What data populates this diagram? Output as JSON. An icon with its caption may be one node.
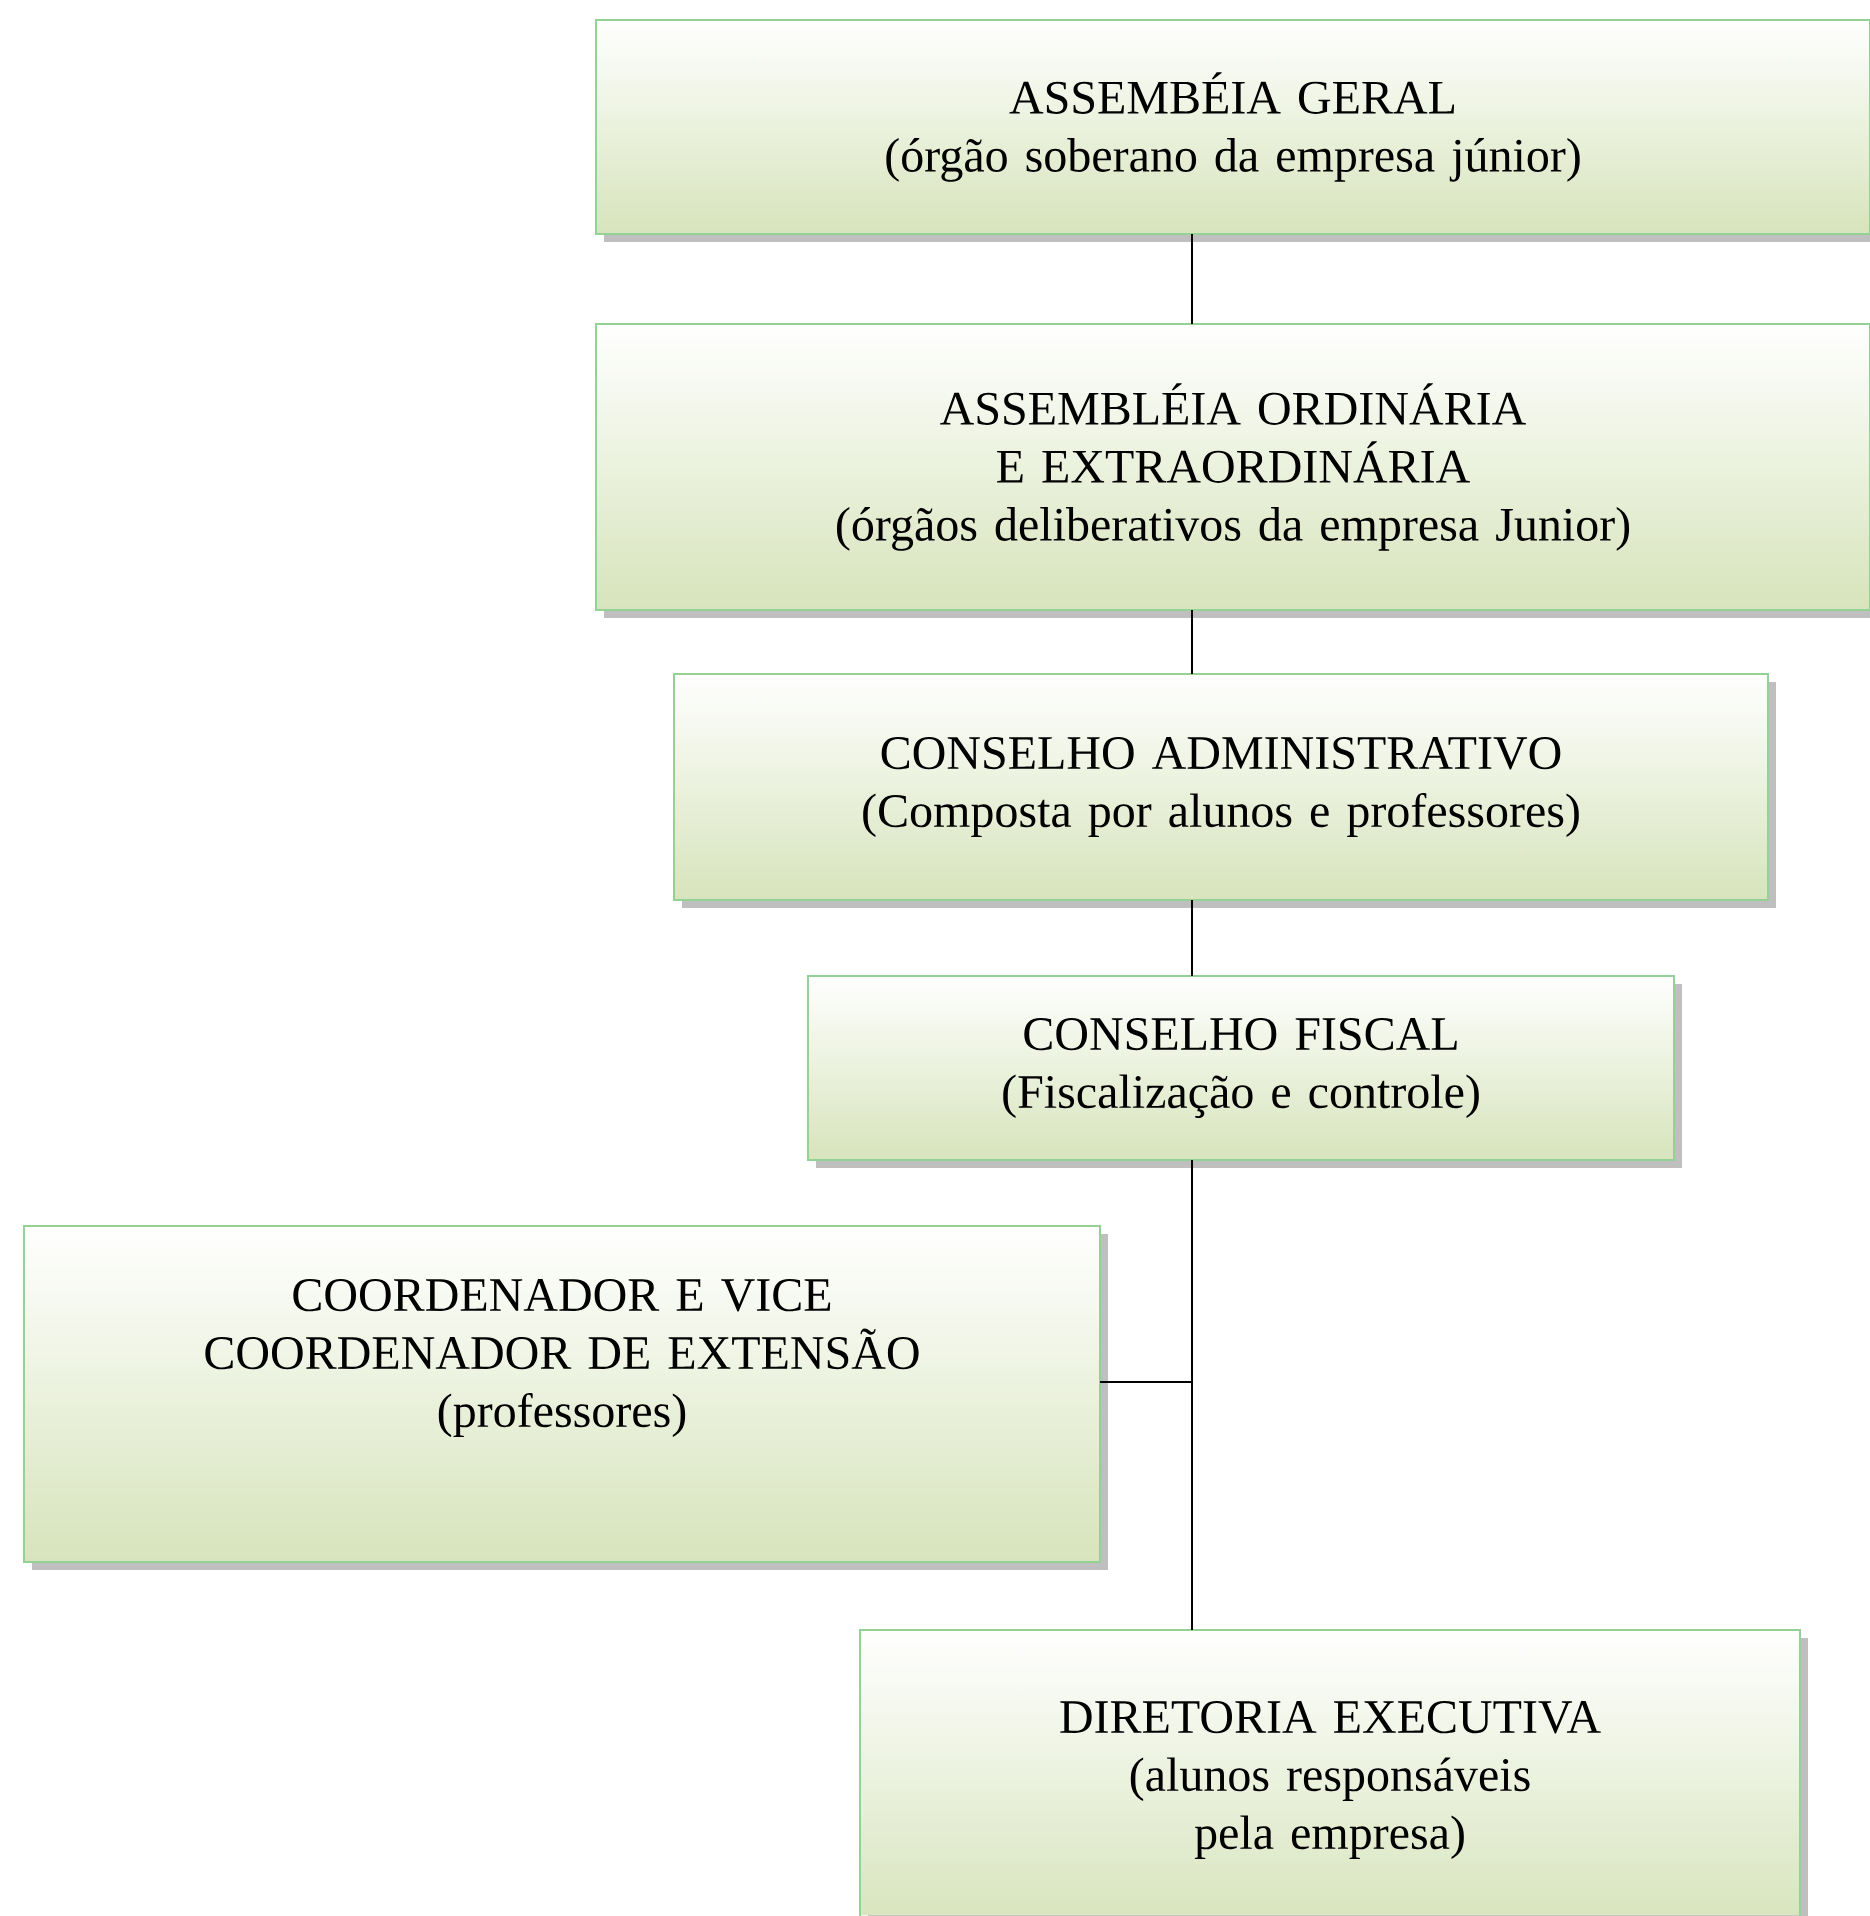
{
  "diagram": {
    "nodes": [
      {
        "text": [
          "ASSEMBÉIA GERAL",
          "(órgão soberano da empresa júnior)"
        ]
      },
      {
        "text": [
          "ASSEMBLÉIA ORDINÁRIA E EXTRAORDINÁRIA",
          "(órgãos deliberativos da empresa Junior)"
        ]
      },
      {
        "text": [
          "CONSELHO ADMINISTRATIVO",
          "(Composta por alunos e professores)"
        ]
      },
      {
        "text": [
          "CONSELHO FISCAL",
          "(Fiscalização e controle)"
        ]
      },
      {
        "text": [
          "COORDENADOR E VICE COORDENADOR DE EXTENSÃO",
          "(professores)"
        ]
      },
      {
        "text": [
          "DIRETORIA EXECUTIVA",
          "(alunos responsáveis pela empresa)"
        ]
      }
    ],
    "edges": [
      {
        "from": 0,
        "to": 1,
        "arrow": "none"
      },
      {
        "from": 1,
        "to": 2,
        "arrow": "none"
      },
      {
        "from": 2,
        "to": 3,
        "arrow": "none"
      },
      {
        "from": 3,
        "to": 4,
        "arrow": "none"
      },
      {
        "from": 3,
        "to": 5,
        "arrow": "none"
      }
    ]
  }
}
